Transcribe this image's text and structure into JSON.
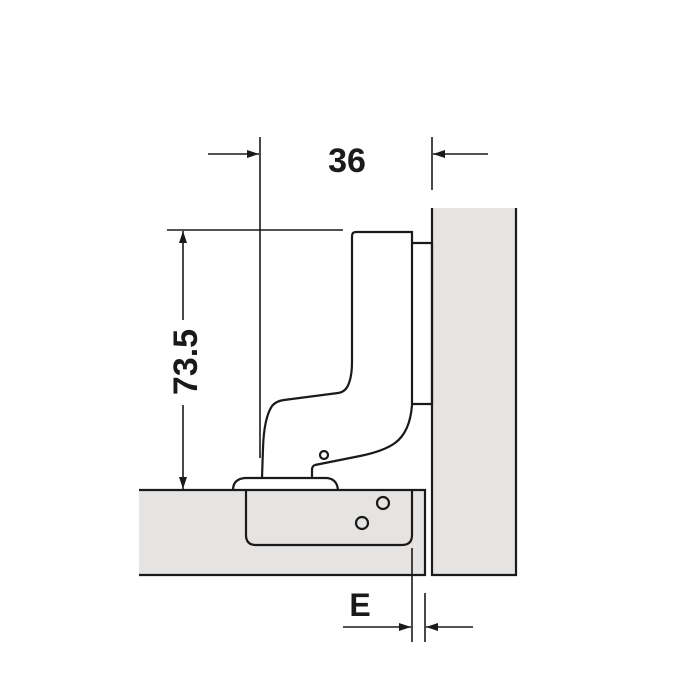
{
  "dimensions": {
    "width_label": "36",
    "height_label": "73.5",
    "gap_label": "E"
  },
  "colors": {
    "panel_fill": "#e6e4e2",
    "line": "#1a1a1a",
    "background": "#ffffff"
  }
}
